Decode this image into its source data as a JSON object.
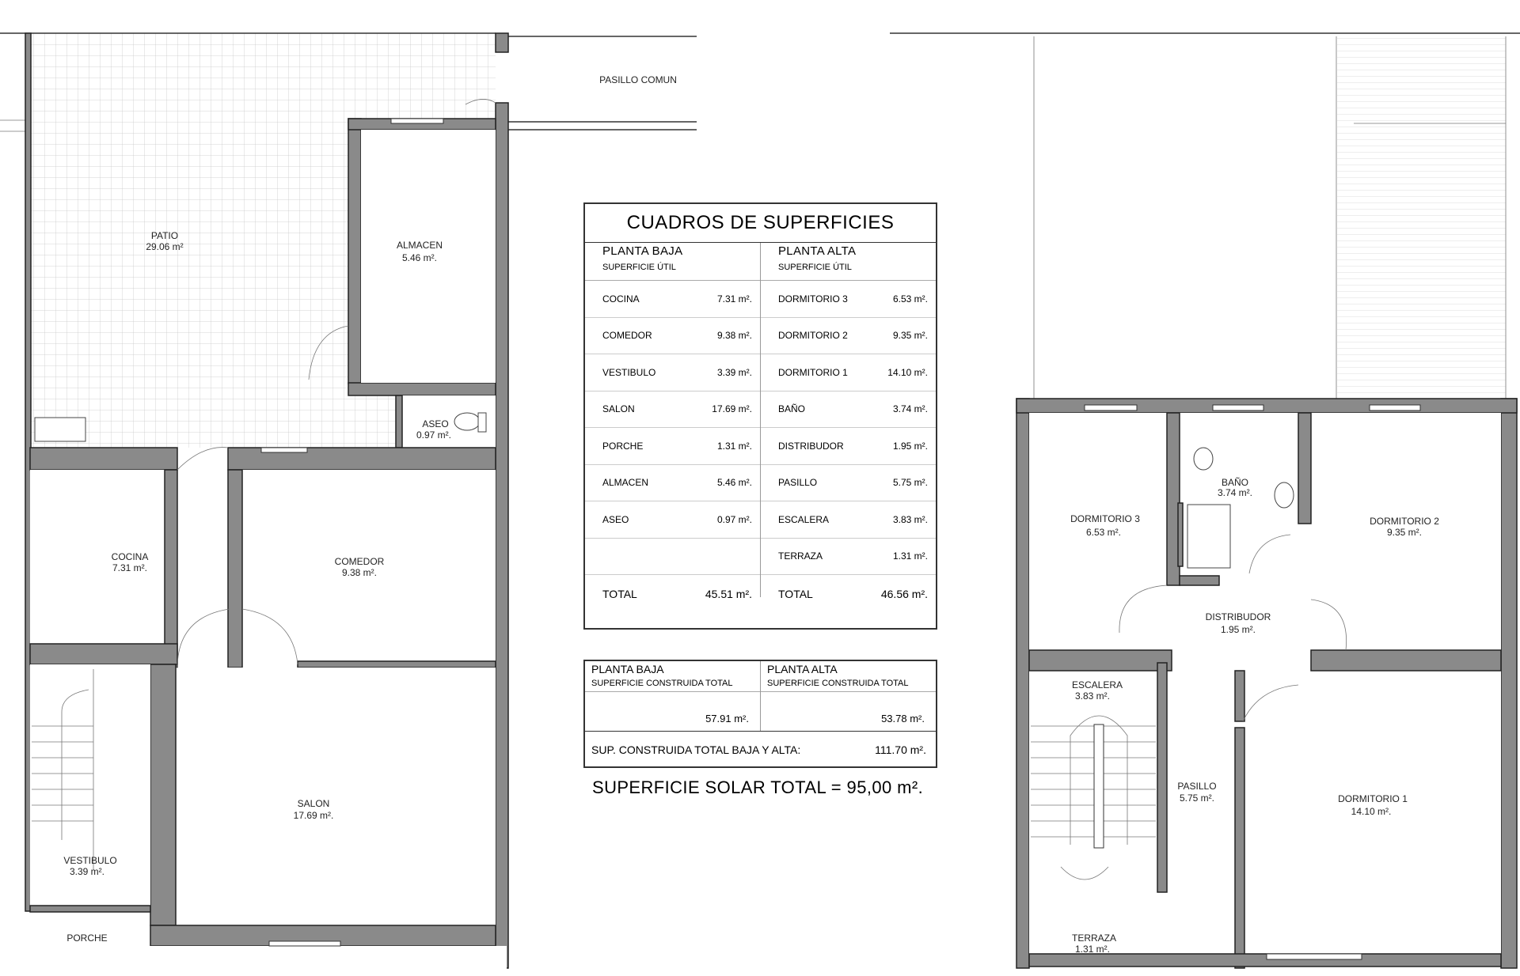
{
  "ground_floor": {
    "corridor": "PASILLO COMUN",
    "porche": "PORCHE",
    "rooms": [
      {
        "name": "PATIO",
        "area": "29.06 m²"
      },
      {
        "name": "ALMACEN",
        "area": "5.46 m²."
      },
      {
        "name": "ASEO",
        "area": "0.97 m²."
      },
      {
        "name": "COCINA",
        "area": "7.31 m²."
      },
      {
        "name": "COMEDOR",
        "area": "9.38 m²."
      },
      {
        "name": "SALON",
        "area": "17.69 m²."
      },
      {
        "name": "VESTIBULO",
        "area": "3.39 m²."
      }
    ]
  },
  "upper_floor": {
    "rooms": [
      {
        "name": "DORMITORIO 3",
        "area": "6.53 m²."
      },
      {
        "name": "BAÑO",
        "area": "3.74 m²."
      },
      {
        "name": "DORMITORIO  2",
        "area": "9.35 m²."
      },
      {
        "name": "DISTRIBUDOR",
        "area": "1.95 m²."
      },
      {
        "name": "ESCALERA",
        "area": "3.83 m²."
      },
      {
        "name": "PASILLO",
        "area": "5.75 m²."
      },
      {
        "name": "DORMITORIO 1",
        "area": "14.10 m²."
      },
      {
        "name": "TERRAZA",
        "area": "1.31 m²."
      }
    ]
  },
  "surface_table": {
    "title": "CUADROS DE SUPERFICIES",
    "left": {
      "header": "PLANTA BAJA",
      "subheader": "SUPERFICIE ÚTIL",
      "rows": [
        {
          "name": "COCINA",
          "value": "7.31 m²."
        },
        {
          "name": "COMEDOR",
          "value": "9.38 m²."
        },
        {
          "name": "VESTIBULO",
          "value": "3.39 m²."
        },
        {
          "name": "SALON",
          "value": "17.69 m²."
        },
        {
          "name": "PORCHE",
          "value": "1.31 m²."
        },
        {
          "name": "ALMACEN",
          "value": "5.46 m²."
        },
        {
          "name": "ASEO",
          "value": "0.97 m²."
        },
        {
          "name": "",
          "value": ""
        }
      ],
      "total_label": "TOTAL",
      "total_value": "45.51 m²."
    },
    "right": {
      "header": "PLANTA ALTA",
      "subheader": "SUPERFICIE ÚTIL",
      "rows": [
        {
          "name": "DORMITORIO 3",
          "value": "6.53 m²."
        },
        {
          "name": "DORMITORIO  2",
          "value": "9.35 m²."
        },
        {
          "name": "DORMITORIO 1",
          "value": "14.10 m²."
        },
        {
          "name": "BAÑO",
          "value": "3.74 m²."
        },
        {
          "name": "DISTRIBUDOR",
          "value": "1.95 m²."
        },
        {
          "name": "PASILLO",
          "value": "5.75 m²."
        },
        {
          "name": "ESCALERA",
          "value": "3.83 m²."
        },
        {
          "name": "TERRAZA",
          "value": "1.31 m²."
        }
      ],
      "total_label": "TOTAL",
      "total_value": "46.56 m²."
    }
  },
  "built_table": {
    "left_header": "PLANTA BAJA",
    "left_sub": "SUPERFICIE CONSTRUIDA TOTAL",
    "left_value": "57.91 m².",
    "right_header": "PLANTA ALTA",
    "right_sub": "SUPERFICIE CONSTRUIDA TOTAL",
    "right_value": "53.78 m².",
    "sum_label": "SUP. CONSTRUIDA TOTAL BAJA Y ALTA:",
    "sum_value": "111.70 m²."
  },
  "solar_total": "SUPERFICIE SOLAR TOTAL = 95,00 m²."
}
